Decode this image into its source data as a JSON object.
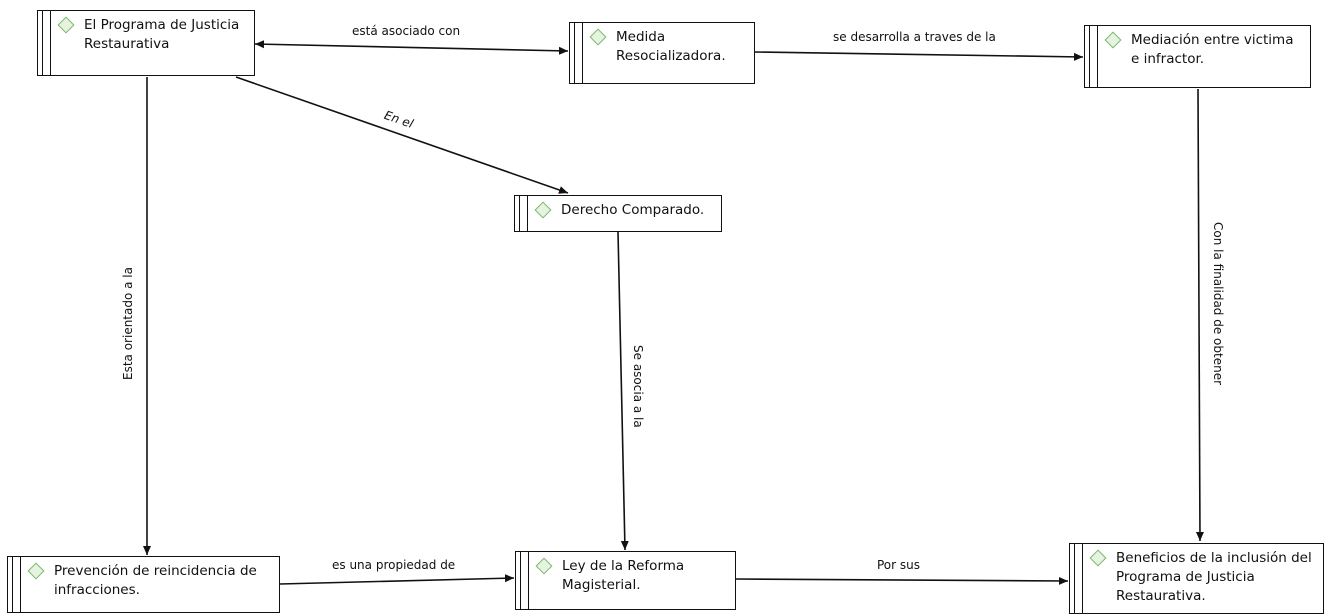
{
  "nodes": {
    "programa": "El Programa de Justicia Restaurativa",
    "medida": "Medida Resocializadora.",
    "mediacion": "Mediación entre victima e infractor.",
    "derecho": "Derecho Comparado.",
    "prevencion": "Prevención de reincidencia de infracciones.",
    "ley": "Ley de la Reforma Magisterial.",
    "beneficios": "Beneficios de la inclusión del Programa de Justicia Restaurativa."
  },
  "edges": {
    "asociado": "está asociado con",
    "desarrolla": "se desarrolla a traves de la",
    "en_el": "En el",
    "orientado": "Esta orientado a la",
    "se_asocia": "Se asocia a la",
    "finalidad": "Con la finalidad de obtener",
    "propiedad": "es una propiedad de",
    "por_sus": "Por sus"
  },
  "colors": {
    "diamond": "#7ab86a",
    "line": "#111111"
  }
}
